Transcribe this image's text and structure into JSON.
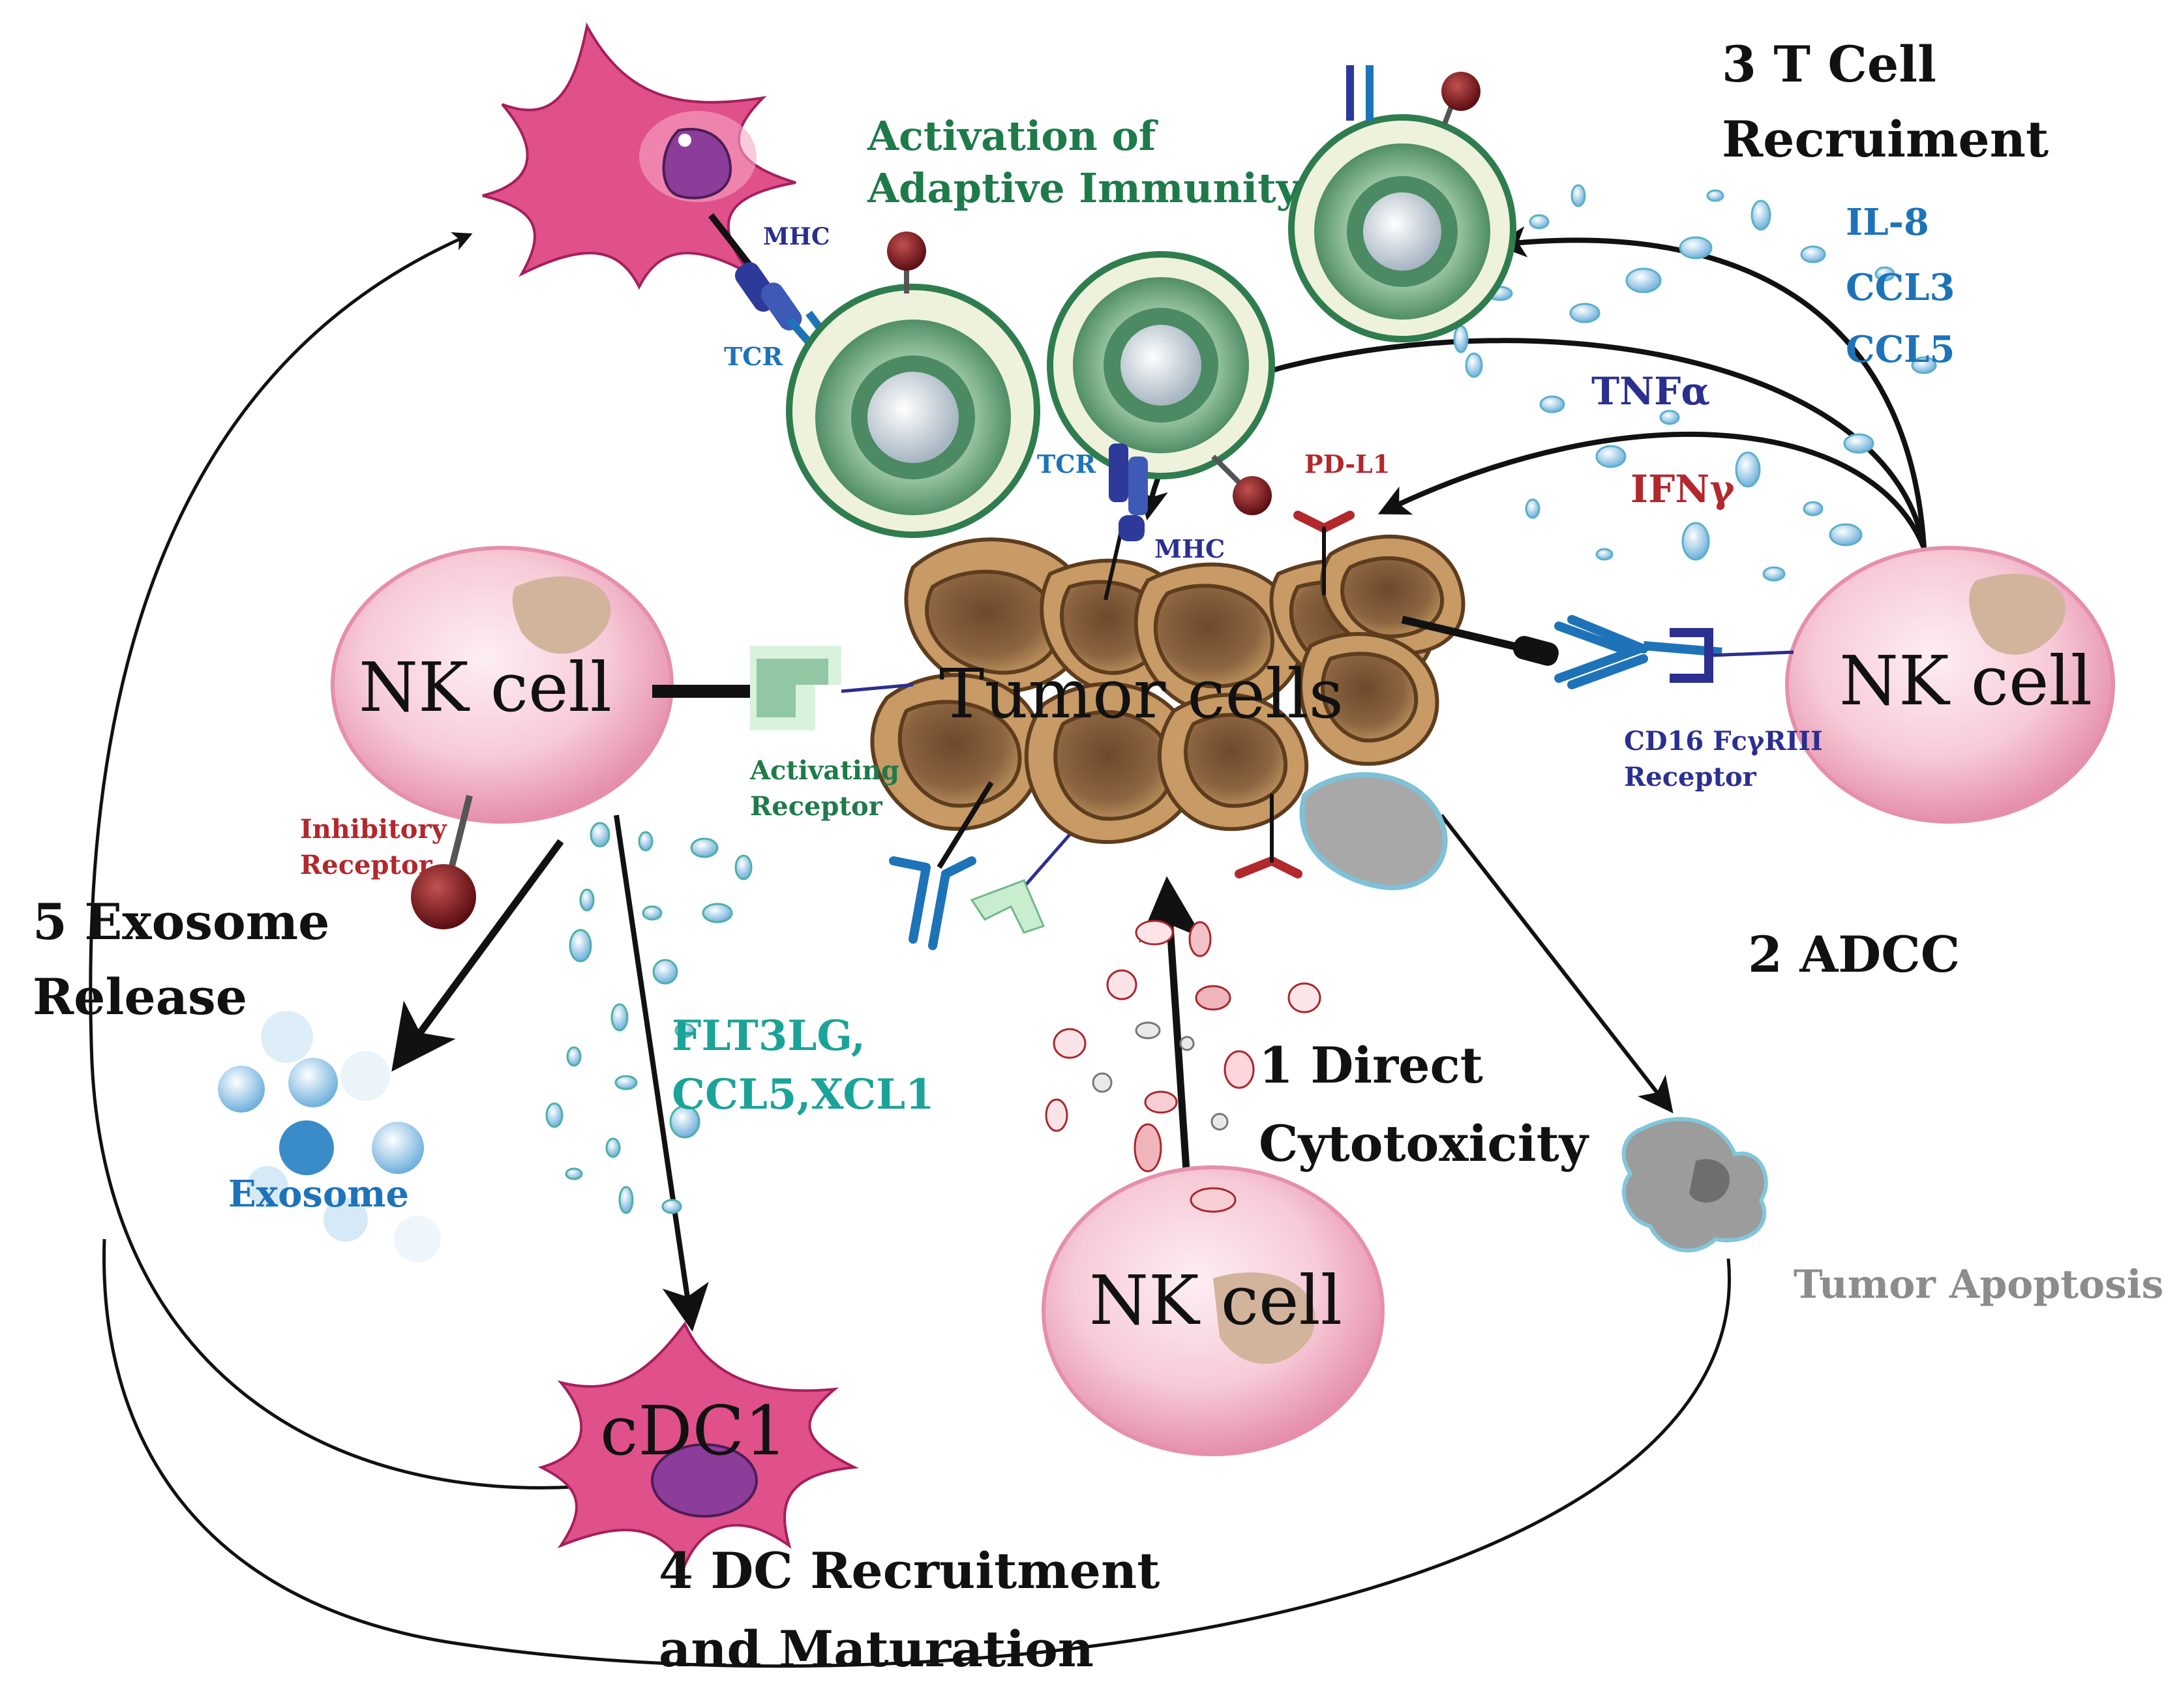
{
  "labels": {
    "activation_line1": "Activation of",
    "activation_line2": "Adaptive Immunity",
    "mhc_top": "MHC",
    "tcr_left": "TCR",
    "tcr_center": "TCR",
    "mhc_center": "MHC",
    "pdl1": "PD-L1",
    "tcell_recruit_line1": "3  T Cell",
    "tcell_recruit_line2": "Recruiment",
    "il8": "IL-8",
    "ccl3": "CCL3",
    "ccl5": "CCL5",
    "tnfa": "TNFα",
    "ifng": "IFNγ",
    "nk_left": "NK cell",
    "nk_right": "NK cell",
    "nk_bottom": "NK cell",
    "tumor_cells": "Tumor cells",
    "activating_receptor_line1": "Activating",
    "activating_receptor_line2": "Receptor",
    "inhibitory_receptor_line1": "Inhibitory",
    "inhibitory_receptor_line2": "Receptor",
    "cd16_line1": "CD16 FcγRIII",
    "cd16_line2": "Receptor",
    "adcc": "2  ADCC",
    "exosome_release_line1": "5  Exosome",
    "exosome_release_line2": "Release",
    "exosome": "Exosome",
    "flt3lg_line1": "FLT3LG,",
    "flt3lg_line2": "CCL5,XCL1",
    "direct_line1": "1  Direct",
    "direct_line2": "Cytotoxicity",
    "tumor_apoptosis": "Tumor Apoptosis",
    "cdc1": "cDC1",
    "dc_recruit_line1": "4  DC Recruitment",
    "dc_recruit_line2": "and Maturation"
  },
  "colors": {
    "nk_fill": "#f7cbd8",
    "dc_fill": "#e0508a",
    "tcell_ring": "#2f7d4f",
    "tumor_fill": "#a0794f",
    "arrow": "#111111"
  }
}
